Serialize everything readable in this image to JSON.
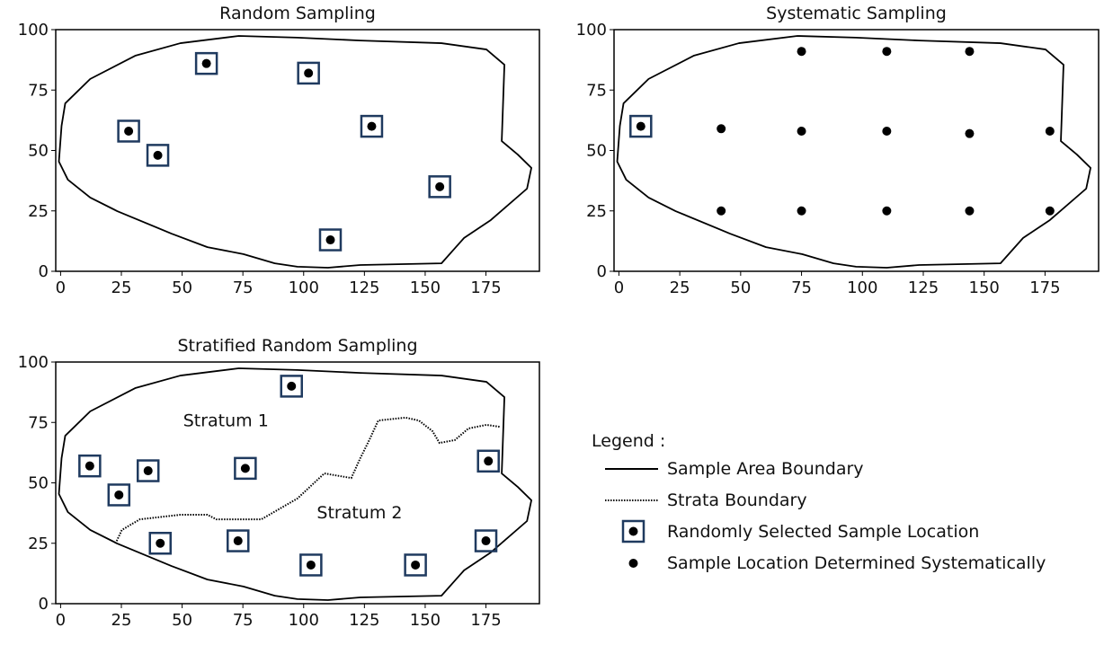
{
  "colors": {
    "square": "#1f3a5f",
    "ink": "#000000"
  },
  "chart_data": [
    {
      "type": "scatter",
      "title": "Random Sampling",
      "xlim": [
        -2,
        197
      ],
      "ylim": [
        0,
        100
      ],
      "xticks": [
        "0",
        "25",
        "50",
        "75",
        "100",
        "125",
        "150",
        "175"
      ],
      "yticks": [
        "0",
        "25",
        "50",
        "75",
        "100"
      ],
      "boundary": [
        [
          1.9,
          69.5
        ],
        [
          12.2,
          79.6
        ],
        [
          30.7,
          89.2
        ],
        [
          49.3,
          94.4
        ],
        [
          73.3,
          97.4
        ],
        [
          97.4,
          96.7
        ],
        [
          123.3,
          95.5
        ],
        [
          156.7,
          94.4
        ],
        [
          175.2,
          91.8
        ],
        [
          182.6,
          85.5
        ],
        [
          181.5,
          53.9
        ],
        [
          188.1,
          48.3
        ],
        [
          193.7,
          42.8
        ],
        [
          191.9,
          34.2
        ],
        [
          177,
          21.2
        ],
        [
          166,
          13.8
        ],
        [
          156.7,
          3.3
        ],
        [
          123.3,
          2.6
        ],
        [
          110,
          1.5
        ],
        [
          97.4,
          1.9
        ],
        [
          88.1,
          3.3
        ],
        [
          75.2,
          7.1
        ],
        [
          60.4,
          10
        ],
        [
          45.6,
          15.6
        ],
        [
          23.3,
          24.9
        ],
        [
          12.2,
          30.5
        ],
        [
          3,
          37.9
        ],
        [
          -0.7,
          45.4
        ],
        [
          0.4,
          60.2
        ]
      ],
      "random_points": [
        [
          28,
          58
        ],
        [
          40,
          48
        ],
        [
          60,
          86
        ],
        [
          102,
          82
        ],
        [
          128,
          60
        ],
        [
          156,
          35
        ],
        [
          111,
          13
        ]
      ],
      "systematic_points": []
    },
    {
      "type": "scatter",
      "title": "Systematic Sampling",
      "xlim": [
        -2,
        197
      ],
      "ylim": [
        0,
        100
      ],
      "xticks": [
        "0",
        "25",
        "50",
        "75",
        "100",
        "125",
        "150",
        "175"
      ],
      "yticks": [
        "0",
        "25",
        "50",
        "75",
        "100"
      ],
      "boundary": "same",
      "random_points": [
        [
          9,
          60
        ]
      ],
      "systematic_points": [
        [
          42,
          59
        ],
        [
          75,
          58
        ],
        [
          110,
          58
        ],
        [
          144,
          57
        ],
        [
          177,
          58
        ],
        [
          75,
          91
        ],
        [
          110,
          91
        ],
        [
          144,
          91
        ],
        [
          42,
          25
        ],
        [
          75,
          25
        ],
        [
          110,
          25
        ],
        [
          144,
          25
        ],
        [
          177,
          25
        ]
      ]
    },
    {
      "type": "scatter",
      "title": "Stratified Random Sampling",
      "xlim": [
        -2,
        197
      ],
      "ylim": [
        0,
        100
      ],
      "xticks": [
        "0",
        "25",
        "50",
        "75",
        "100",
        "125",
        "150",
        "175"
      ],
      "yticks": [
        "0",
        "25",
        "50",
        "75",
        "100"
      ],
      "boundary": "same",
      "strata_boundary": [
        [
          22.6,
          24.9
        ],
        [
          25.2,
          30.5
        ],
        [
          32.6,
          34.9
        ],
        [
          49.3,
          36.8
        ],
        [
          60.4,
          36.8
        ],
        [
          64.1,
          34.9
        ],
        [
          82.6,
          34.9
        ],
        [
          97.4,
          43.5
        ],
        [
          108.5,
          53.9
        ],
        [
          119.6,
          52
        ],
        [
          123.3,
          60.2
        ],
        [
          127,
          67.7
        ],
        [
          130.7,
          75.8
        ],
        [
          141.9,
          77
        ],
        [
          147.4,
          75.8
        ],
        [
          153,
          71.4
        ],
        [
          155.9,
          66.5
        ],
        [
          162.2,
          67.7
        ],
        [
          167.8,
          72.5
        ],
        [
          175.2,
          74
        ],
        [
          180.7,
          73.2
        ]
      ],
      "annotations": [
        {
          "text": "Stratum 1",
          "x": 68,
          "y": 76
        },
        {
          "text": "Stratum 2",
          "x": 123,
          "y": 38
        }
      ],
      "random_points": [
        [
          12,
          57
        ],
        [
          24,
          45
        ],
        [
          36,
          55
        ],
        [
          76,
          56
        ],
        [
          95,
          90
        ],
        [
          176,
          59
        ],
        [
          41,
          25
        ],
        [
          73,
          26
        ],
        [
          103,
          16
        ],
        [
          146,
          16
        ],
        [
          175,
          26
        ]
      ],
      "systematic_points": []
    }
  ],
  "legend": {
    "title": "Legend :",
    "items": [
      {
        "symbol": "solid-line",
        "label": "Sample Area Boundary"
      },
      {
        "symbol": "dotted-line",
        "label": "Strata Boundary"
      },
      {
        "symbol": "boxed-dot",
        "label": "Randomly Selected Sample Location"
      },
      {
        "symbol": "dot",
        "label": "Sample Location Determined Systematically"
      }
    ]
  }
}
